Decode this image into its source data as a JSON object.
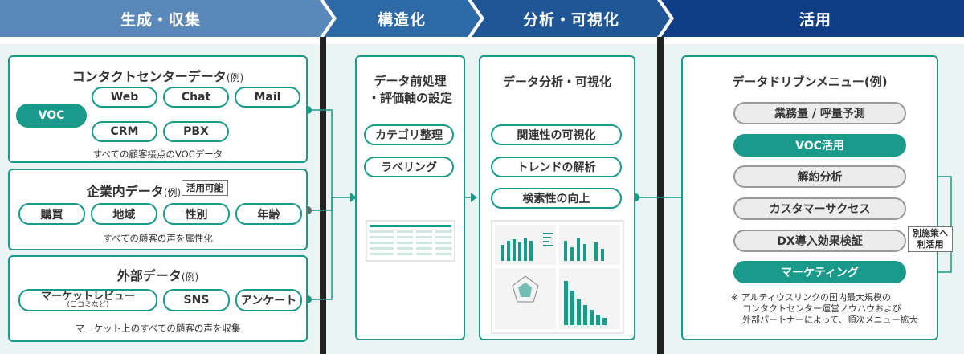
{
  "stages": [
    "生成・収集",
    "構造化",
    "分析・可視化",
    "活用"
  ],
  "contact_center": {
    "title": "コンタクトセンターデータ",
    "title_suffix": "(例)",
    "voc": "VOC",
    "channels": [
      "Web",
      "Chat",
      "Mail",
      "CRM",
      "PBX"
    ],
    "caption": "すべての顧客接点のVOCデータ"
  },
  "internal": {
    "title": "企業内データ",
    "title_suffix": "(例)",
    "badge": "活用可能",
    "items": [
      "購買",
      "地域",
      "性別",
      "年齢"
    ],
    "caption": "すべての顧客の声を属性化"
  },
  "external": {
    "title": "外部データ",
    "title_suffix": "(例)",
    "review": "マーケットレビュー",
    "review_sub": "(口コミなど)",
    "sns": "SNS",
    "survey": "アンケート",
    "caption": "マーケット上のすべての顧客の声を収集"
  },
  "structuring": {
    "title_line1": "データ前処理",
    "title_line2": "・評価軸の設定",
    "items": [
      "カテゴリ整理",
      "ラベリング"
    ]
  },
  "analysis": {
    "title": "データ分析・可視化",
    "items": [
      "関連性の可視化",
      "トレンドの解析",
      "検索性の向上"
    ]
  },
  "utilization": {
    "title": "データドリブンメニュー(例)",
    "menus": [
      "業務量 / 呼量予測",
      "VOC活用",
      "解約分析",
      "カスタマーサクセス",
      "DX導入効果検証",
      "マーケティング"
    ],
    "side_note_line1": "別施策へ",
    "side_note_line2": "利活用",
    "footnote_line1": "※ アルティウスリンクの国内最大規模の",
    "footnote_line2": "コンタクトセンター運営ノウハウおよび",
    "footnote_line3": "外部パートナーによって、順次メニュー拡大"
  },
  "colors": {
    "teal": "#1a9a8a",
    "stage1": "#5a88b8",
    "stage2": "#2e6aa6",
    "stage3": "#1f5796",
    "stage4": "#0f3d86"
  }
}
